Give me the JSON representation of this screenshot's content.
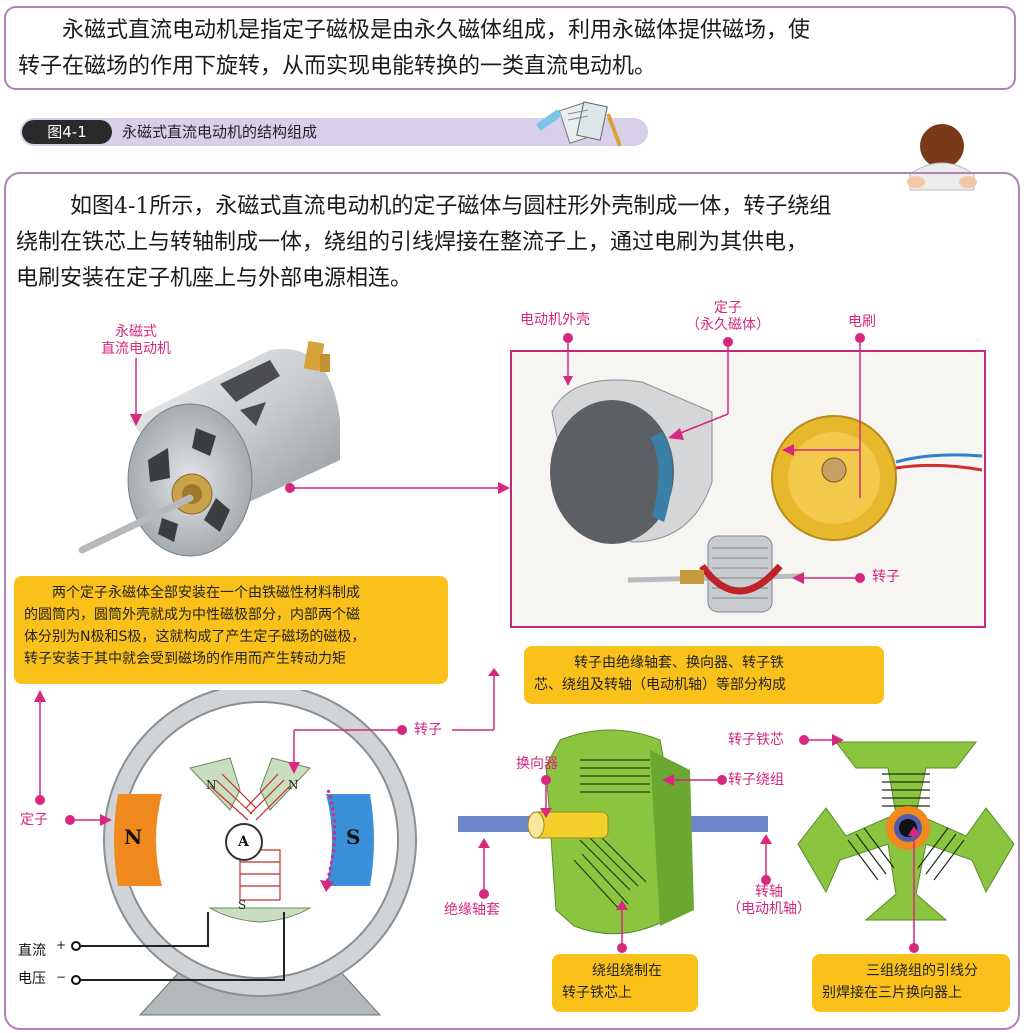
{
  "intro": {
    "line1": "永磁式直流电动机是指定子磁极是由永久磁体组成，利用永磁体提供磁场，使",
    "line2": "转子在磁场的作用下旋转，从而实现电能转换的一类直流电动机。"
  },
  "figure": {
    "tag": "图4-1",
    "title": "永磁式直流电动机的结构组成"
  },
  "body": {
    "line1": "如图4-1所示，永磁式直流电动机的定子磁体与圆柱形外壳制成一体，转子绕组",
    "line2": "绕制在铁芯上与转轴制成一体，绕组的引线焊接在整流子上，通过电刷为其供电，",
    "line3": "电刷安装在定子机座上与外部电源相连。"
  },
  "labels": {
    "motor_line1": "永磁式",
    "motor_line2": "直流电动机",
    "housing": "电动机外壳",
    "stator_line1": "定子",
    "stator_line2": "（永久磁体）",
    "brush": "电刷",
    "rotor_photo": "转子",
    "rotor_diagram": "转子",
    "stator_diagram": "定子",
    "commutator": "换向器",
    "rotor_winding": "转子绕组",
    "rotor_core": "转子铁芯",
    "insulating_sleeve": "绝缘轴套",
    "shaft_line1": "转轴",
    "shaft_line2": "（电动机轴）",
    "dc": "直流",
    "voltage": "电压",
    "plus": "+",
    "minus": "−"
  },
  "pole_letters": {
    "N": "N",
    "S": "S",
    "A": "A",
    "rotor_N1": "N",
    "rotor_N2": "N",
    "rotor_S": "S"
  },
  "notes": {
    "stator": {
      "line1": "两个定子永磁体全部安装在一个由铁磁性材料制成",
      "line2": "的圆筒内，圆筒外壳就成为中性磁极部分，内部两个磁",
      "line3": "体分别为N极和S极，这就构成了产生定子磁场的磁极，",
      "line4": "转子安装于其中就会受到磁场的作用而产生转动力矩"
    },
    "rotor": {
      "line1": "转子由绝缘轴套、换向器、转子铁",
      "line2": "芯、绕组及转轴（电动机轴）等部分构成"
    },
    "winding": {
      "line1": "绕组绕制在",
      "line2": "转子铁芯上"
    },
    "leads": {
      "line1": "三组绕组的引线分",
      "line2": "别焊接在三片换向器上"
    }
  },
  "colors": {
    "border": "#b183b8",
    "label": "#d6287e",
    "note": "#fbc11b",
    "north": "#f08a1e",
    "south": "#3a8fd8",
    "core": "#8bc53f"
  }
}
